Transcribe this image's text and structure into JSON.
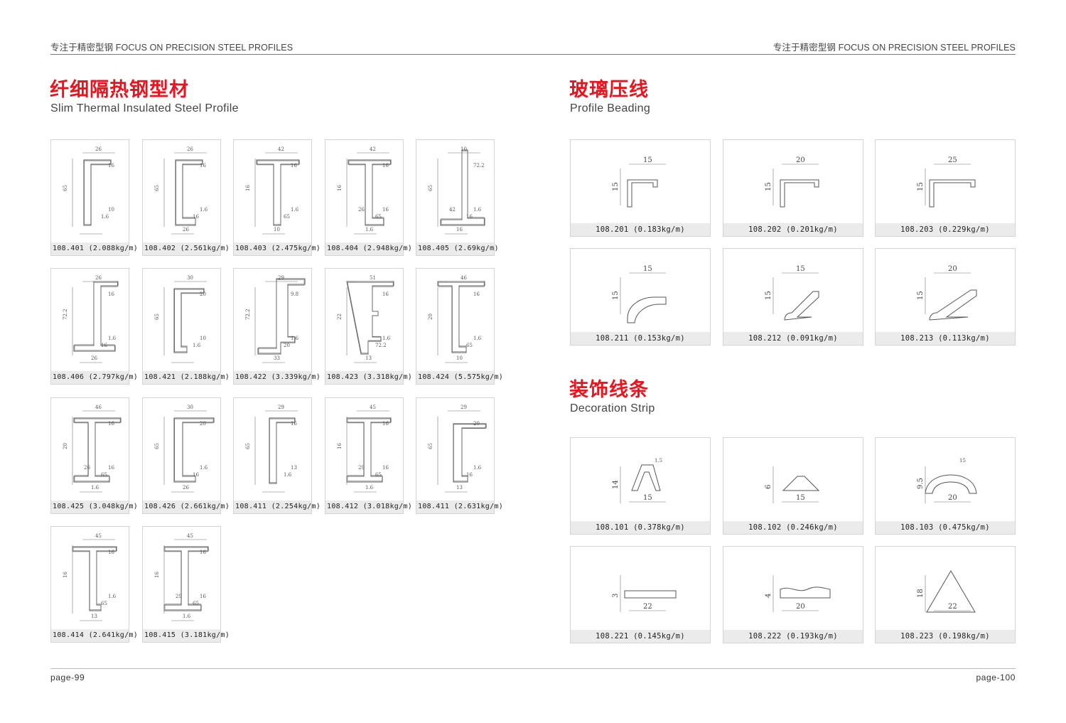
{
  "header": {
    "left": "专注于精密型钢 FOCUS ON PRECISION STEEL PROFILES",
    "right": "专注于精密型钢 FOCUS ON PRECISION STEEL PROFILES"
  },
  "sections": {
    "slim": {
      "title_cn": "纤细隔热钢型材",
      "title_en": "Slim Thermal Insulated Steel Profile"
    },
    "beading": {
      "title_cn": "玻璃压线",
      "title_en": "Profile Beading"
    },
    "decoration": {
      "title_cn": "装饰线条",
      "title_en": "Decoration Strip"
    }
  },
  "slim_products": [
    {
      "caption": "108.401 (2.088kg/m)",
      "dims": [
        "26",
        "16",
        "65",
        "1.6",
        "10"
      ]
    },
    {
      "caption": "108.402 (2.561kg/m)",
      "dims": [
        "26",
        "16",
        "65",
        "16",
        "1.6",
        "26"
      ]
    },
    {
      "caption": "108.403 (2.475kg/m)",
      "dims": [
        "42",
        "16",
        "16",
        "65",
        "1.6",
        "10"
      ]
    },
    {
      "caption": "108.404 (2.948kg/m)",
      "dims": [
        "42",
        "16",
        "16",
        "65",
        "16",
        "1.6",
        "26"
      ]
    },
    {
      "caption": "108.405 (2.69kg/m)",
      "dims": [
        "10",
        "72.2",
        "65",
        "16",
        "1.6",
        "16",
        "42"
      ]
    },
    {
      "caption": "108.406 (2.797kg/m)",
      "dims": [
        "26",
        "16",
        "72.2",
        "16",
        "1.6",
        "26"
      ]
    },
    {
      "caption": "108.421 (2.188kg/m)",
      "dims": [
        "30",
        "20",
        "65",
        "1.6",
        "10"
      ]
    },
    {
      "caption": "108.422 (3.339kg/m)",
      "dims": [
        "29",
        "9.8",
        "72.2",
        "20",
        "1.6",
        "33"
      ]
    },
    {
      "caption": "108.423 (3.318kg/m)",
      "dims": [
        "51",
        "16",
        "22",
        "72.2",
        "1.6",
        "13"
      ]
    },
    {
      "caption": "108.424 (5.575kg/m)",
      "dims": [
        "46",
        "16",
        "20",
        "65",
        "1.6",
        "10"
      ]
    },
    {
      "caption": "108.425 (3.048kg/m)",
      "dims": [
        "46",
        "16",
        "20",
        "65",
        "16",
        "1.6",
        "26"
      ]
    },
    {
      "caption": "108.426 (2.661kg/m)",
      "dims": [
        "30",
        "20",
        "65",
        "16",
        "1.6",
        "26"
      ]
    },
    {
      "caption": "108.411 (2.254kg/m)",
      "dims": [
        "29",
        "16",
        "65",
        "1.6",
        "13"
      ]
    },
    {
      "caption": "108.412 (3.018kg/m)",
      "dims": [
        "45",
        "16",
        "16",
        "65",
        "16",
        "1.6",
        "29"
      ]
    },
    {
      "caption": "108.411 (2.631kg/m)",
      "dims": [
        "29",
        "20",
        "65",
        "16",
        "1.6",
        "13"
      ]
    },
    {
      "caption": "108.414 (2.641kg/m)",
      "dims": [
        "45",
        "16",
        "16",
        "65",
        "1.6",
        "13"
      ]
    },
    {
      "caption": "108.415 (3.181kg/m)",
      "dims": [
        "45",
        "16",
        "16",
        "65",
        "16",
        "1.6",
        "29"
      ]
    }
  ],
  "beading_products": [
    {
      "caption": "108.201 (0.183kg/m)",
      "w": "15",
      "h": "15"
    },
    {
      "caption": "108.202 (0.201kg/m)",
      "w": "20",
      "h": "15"
    },
    {
      "caption": "108.203 (0.229kg/m)",
      "w": "25",
      "h": "15"
    },
    {
      "caption": "108.211 (0.153kg/m)",
      "w": "15",
      "h": "15"
    },
    {
      "caption": "108.212 (0.091kg/m)",
      "w": "15",
      "h": "15"
    },
    {
      "caption": "108.213 (0.113kg/m)",
      "w": "20",
      "h": "15"
    }
  ],
  "decoration_products": [
    {
      "caption": "108.101 (0.378kg/m)",
      "w": "15",
      "h": "14",
      "extra": "1.5"
    },
    {
      "caption": "108.102 (0.246kg/m)",
      "w": "15",
      "h": "6",
      "extra": ""
    },
    {
      "caption": "108.103 (0.475kg/m)",
      "w": "20",
      "h": "9.5",
      "extra": "15"
    },
    {
      "caption": "108.221 (0.145kg/m)",
      "w": "22",
      "h": "3",
      "extra": ""
    },
    {
      "caption": "108.222 (0.193kg/m)",
      "w": "20",
      "h": "4",
      "extra": ""
    },
    {
      "caption": "108.223 (0.198kg/m)",
      "w": "22",
      "h": "18",
      "extra": ""
    }
  ],
  "footer": {
    "left": "page-99",
    "right": "page-100"
  }
}
